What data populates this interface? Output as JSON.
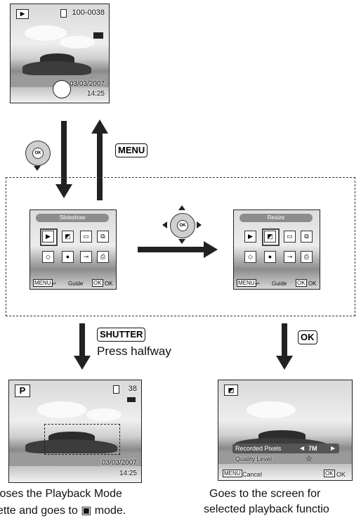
{
  "top_screen": {
    "mode_icon": "playback-icon",
    "file_no": "100-0038",
    "date": "03/03/2007",
    "time": "14:25"
  },
  "keys": {
    "menu": "MENU",
    "shutter": "SHUTTER",
    "ok": "OK"
  },
  "press_halfway": "Press halfway",
  "palette_left": {
    "title": "Slideshow",
    "foot_menu": "MENU",
    "foot_guide": "Guide",
    "foot_ok": "OK",
    "foot_ok_label": "OK"
  },
  "palette_right": {
    "title": "Resize",
    "foot_menu": "MENU",
    "foot_guide": "Guide",
    "foot_ok": "OK",
    "foot_ok_label": "OK"
  },
  "capture_screen": {
    "mode": "P",
    "remaining": "38",
    "date": "03/03/2007",
    "time": "14:25"
  },
  "resize_screen": {
    "recorded_pixels": "Recorded Pixels",
    "pixels_value": "7M",
    "quality": "Quality Level",
    "menu": "MENU",
    "cancel": "Cancel",
    "ok": "OK",
    "ok_label": "OK"
  },
  "captions": {
    "left_1": "loses the Playback Mode",
    "left_2": "ette and goes to",
    "left_2b": "mode.",
    "right_1": "Goes to the screen for",
    "right_2": "selected playback functio"
  },
  "dpad_label": "OK"
}
